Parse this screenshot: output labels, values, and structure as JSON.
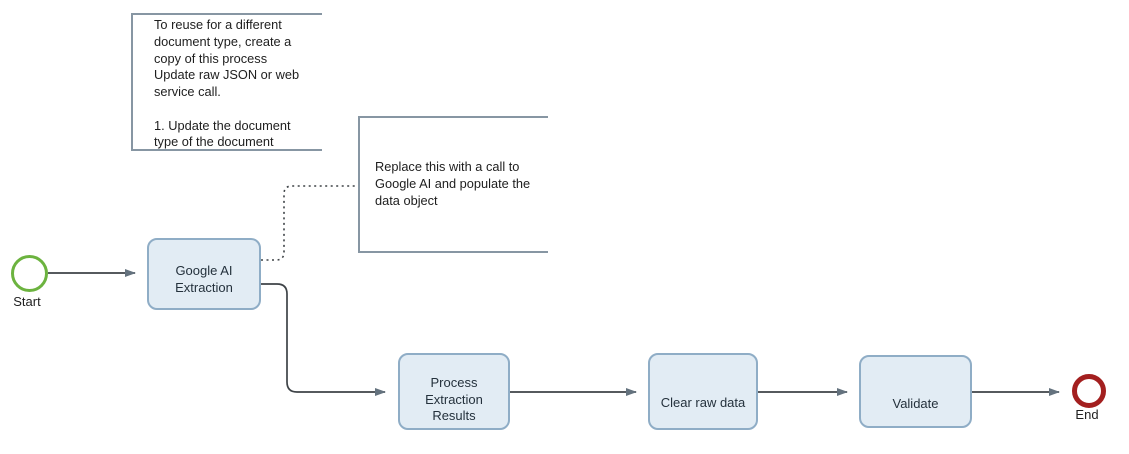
{
  "diagram": {
    "start_event": {
      "label": "Start"
    },
    "end_event": {
      "label": "End"
    },
    "tasks": [
      {
        "label": "Google AI\nExtraction",
        "type": "service-task",
        "icon": "gears-icon"
      },
      {
        "label": "Process\nExtraction\nResults",
        "type": "service-task",
        "icon": "gears-icon"
      },
      {
        "label": "Clear raw data",
        "type": "service-task",
        "icon": "gears-icon"
      },
      {
        "label": "Validate",
        "type": "user-task",
        "icon": "person-icon"
      }
    ],
    "annotations": [
      {
        "text": "To reuse for a different\ndocument type, create a\ncopy of this process\nUpdate raw JSON or web\nservice call.\n\n1. Update the document\ntype of the document"
      },
      {
        "text": "Replace this with a call to\nGoogle AI and populate the\ndata object"
      }
    ],
    "colors": {
      "start_green": "#6cb33f",
      "end_red": "#a31f1f",
      "task_fill": "#e2ecf4",
      "task_border": "#8fadc6",
      "annotation_border": "#8796a3",
      "flow_line": "#3e4347",
      "arrowhead": "#64727e",
      "icon_stroke": "#1a1a1a",
      "text": "#2b2b2b"
    }
  }
}
